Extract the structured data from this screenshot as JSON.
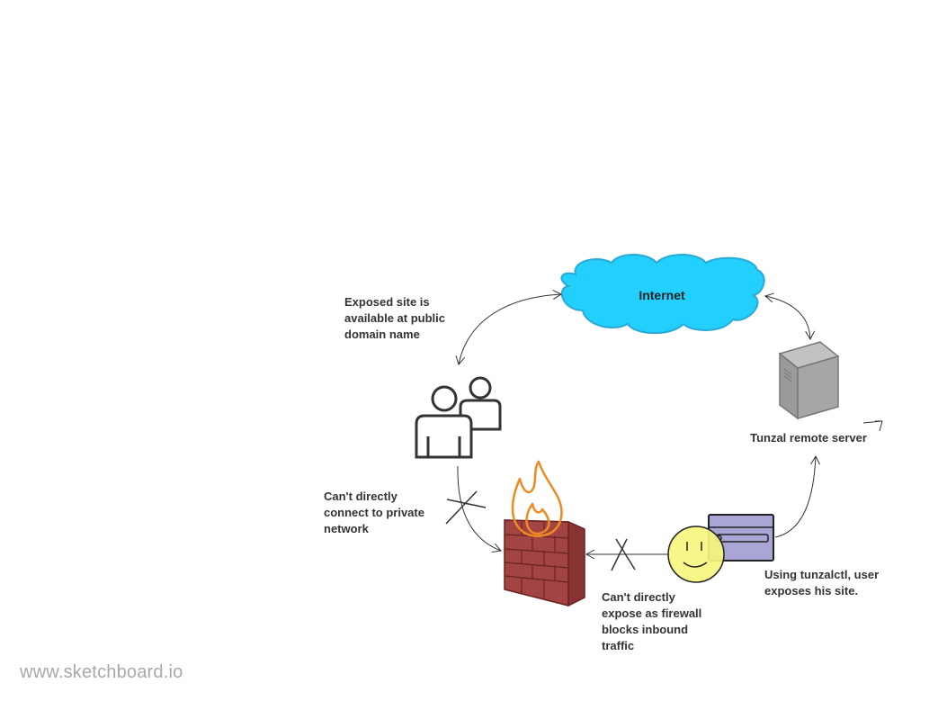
{
  "diagram": {
    "nodes": {
      "internet": {
        "label": "Internet",
        "shape": "cloud-icon",
        "fill": "#22cfff",
        "stroke": "#29a9d6"
      },
      "users": {
        "shape": "users-icon"
      },
      "remote_server": {
        "label": "Tunzal remote server",
        "shape": "server-icon",
        "fill": "#a6a6a6"
      },
      "firewall": {
        "shape": "firewall-icon",
        "fill": "#a24444",
        "flame": "#ee8a22"
      },
      "user_machine": {
        "shape": "smiley-laptop-icon",
        "laptop_fill": "#a9a6d6",
        "face_fill": "#f5f57f"
      }
    },
    "notes": {
      "exposed_site": "Exposed site is\navailable at public\ndomain name",
      "cant_connect": "Can't directly\nconnect to private\nnetwork",
      "cant_expose": "Can't directly\nexpose as firewall\nblocks inbound\ntraffic",
      "using_tunzalctl": "Using tunzalctl, user\nexposes his site."
    },
    "edges": [
      {
        "from": "internet",
        "to": "users",
        "direction": "both"
      },
      {
        "from": "internet",
        "to": "remote_server",
        "direction": "both"
      },
      {
        "from": "users",
        "to": "firewall",
        "blocked": true
      },
      {
        "from": "user_machine",
        "to": "firewall",
        "blocked": true
      },
      {
        "from": "user_machine",
        "to": "remote_server"
      }
    ]
  },
  "watermark": "www.sketchboard.io"
}
